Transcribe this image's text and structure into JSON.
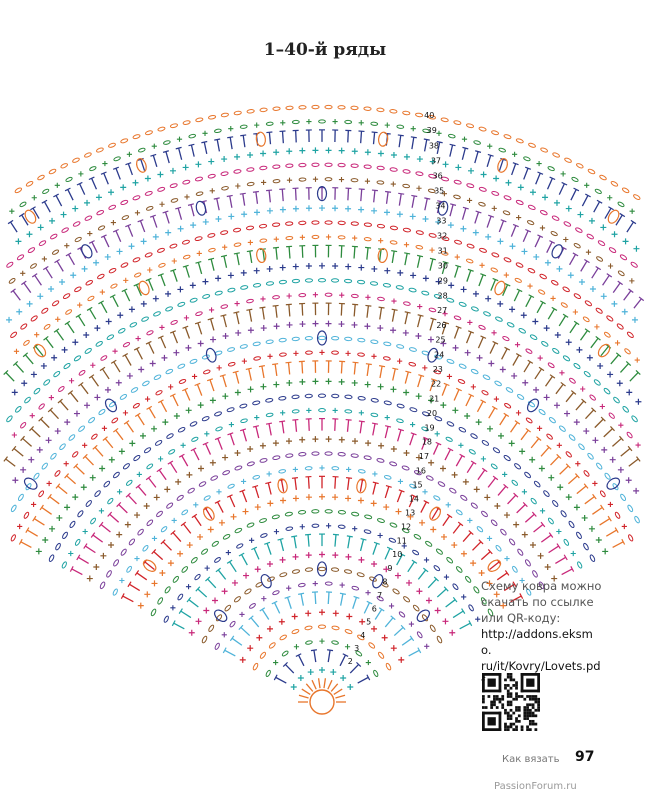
{
  "title": "1–40-й ряды",
  "note_lines": [
    "Схему ковра можно",
    "скачать по ссылке",
    "или QR-коду:"
  ],
  "link_lines": [
    "http://addons.eksmo.",
    "ru/it/Kovry/Lovets.pdf"
  ],
  "footer": {
    "label": "Как вязать",
    "page_number": "97"
  },
  "watermark": "PassionForum.ru",
  "row_labels": [
    "2",
    "3",
    "4",
    "5",
    "6",
    "7",
    "8",
    "9",
    "10",
    "11",
    "12",
    "13",
    "14",
    "15",
    "16",
    "17",
    "18",
    "19",
    "20",
    "21",
    "22",
    "23",
    "24",
    "25",
    "26",
    "27",
    "28",
    "29",
    "30",
    "31",
    "32",
    "33",
    "34",
    "35",
    "36",
    "37",
    "38",
    "39",
    "40"
  ],
  "colors": {
    "orange": "#e8762c",
    "navy": "#2b3a8c",
    "red": "#d1242a",
    "green": "#2e8b3e",
    "magenta": "#c8287a",
    "teal": "#1fa3a3",
    "light_blue": "#4fb3d9",
    "brown": "#8a5a2b",
    "purple": "#7a3f9a"
  }
}
